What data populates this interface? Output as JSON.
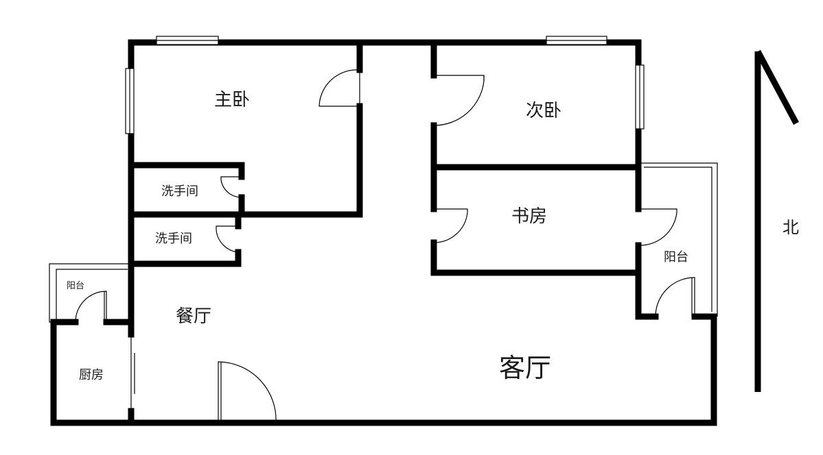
{
  "rooms": {
    "master_bedroom": "主卧",
    "second_bedroom": "次卧",
    "study": "书房",
    "bathroom_1": "洗手间",
    "bathroom_2": "洗手间",
    "dining_room": "餐厅",
    "living_room": "客厅",
    "kitchen": "厨房",
    "balcony_left": "阳台",
    "balcony_right": "阳台"
  },
  "compass": {
    "north_label": "北"
  },
  "colors": {
    "wall": "#000000",
    "background": "#ffffff"
  }
}
